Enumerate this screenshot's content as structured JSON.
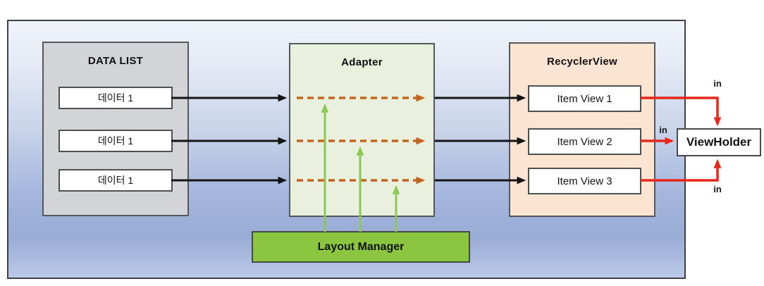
{
  "data_list": {
    "title": "DATA LIST",
    "items": [
      "데이터 1",
      "데이터 1",
      "데이터 1"
    ]
  },
  "adapter": {
    "title": "Adapter"
  },
  "recycler_view": {
    "title": "RecyclerView",
    "items": [
      "Item View 1",
      "Item View 2",
      "Item View 3"
    ]
  },
  "layout_manager": {
    "label": "Layout Manager"
  },
  "view_holder": {
    "label": "ViewHolder"
  },
  "edge_labels": {
    "top_in": "in",
    "middle_in": "in",
    "bottom_in": "in"
  },
  "colors": {
    "frame_gradient_top": "#f0f3fa",
    "frame_gradient_bottom": "#9fb2da",
    "data_list_fill": "#d3d4d7",
    "adapter_fill": "#e9f0dd",
    "recycler_view_fill": "#fce4d3",
    "layout_manager_fill": "#8cc640",
    "black_arrow": "#141414",
    "orange_dashed_arrow": "#c2661f",
    "green_arrow": "#8dc857",
    "red_arrow": "#e9261a"
  }
}
